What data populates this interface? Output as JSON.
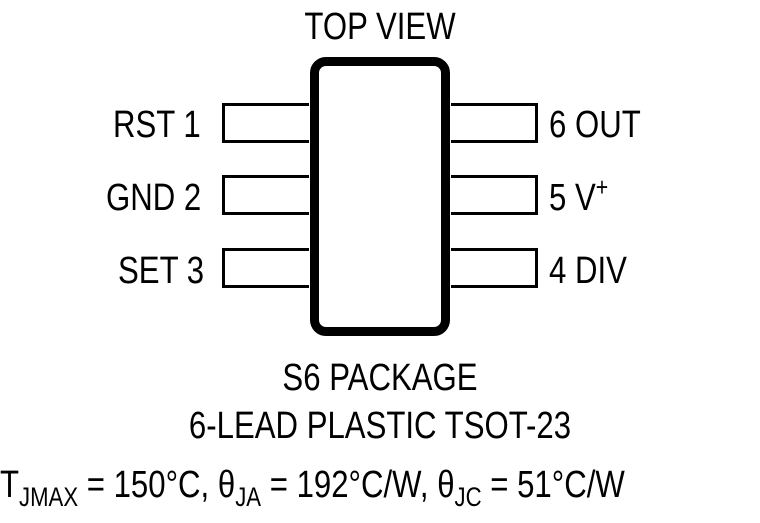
{
  "diagram": {
    "title": "TOP VIEW",
    "pins_left": [
      {
        "name": "RST",
        "number": "1",
        "label": "RST 1"
      },
      {
        "name": "GND",
        "number": "2",
        "label": "GND 2"
      },
      {
        "name": "SET",
        "number": "3",
        "label": "SET 3"
      }
    ],
    "pins_right": [
      {
        "name": "OUT",
        "number": "6",
        "label": "6 OUT"
      },
      {
        "name": "V+",
        "number": "5",
        "label_main": "5 V",
        "label_sup": "+"
      },
      {
        "name": "DIV",
        "number": "4",
        "label": "4 DIV"
      }
    ],
    "package_name": "S6 PACKAGE",
    "package_desc": "6-LEAD PLASTIC TSOT-23",
    "thermal": {
      "tjmax_symbol": "T",
      "tjmax_sub": "JMAX",
      "tjmax_value": " = 150°C, ",
      "theta_ja_symbol": "θ",
      "theta_ja_sub": "JA",
      "theta_ja_value": " = 192°C/W, ",
      "theta_jc_symbol": "θ",
      "theta_jc_sub": "JC",
      "theta_jc_value": " = 51°C/W"
    }
  }
}
